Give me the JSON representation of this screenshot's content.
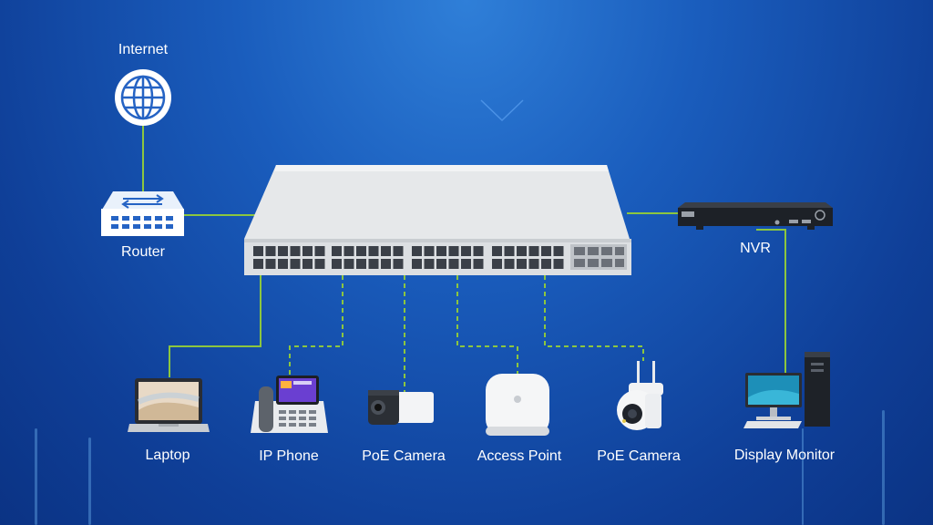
{
  "nodes": {
    "internet": {
      "label": "Internet"
    },
    "router": {
      "label": "Router"
    },
    "nvr": {
      "label": "NVR"
    },
    "laptop": {
      "label": "Laptop"
    },
    "ip_phone": {
      "label": "IP Phone"
    },
    "poe_camera_1": {
      "label": "PoE Camera"
    },
    "access_point": {
      "label": "Access Point"
    },
    "poe_camera_2": {
      "label": "PoE Camera"
    },
    "display_monitor": {
      "label": "Display Monitor"
    }
  },
  "colors": {
    "link": "#8cc63f",
    "background": "#1a5dbd",
    "label": "#ffffff"
  },
  "link_styles": {
    "solid": [
      "internet-router",
      "router-switch",
      "switch-nvr",
      "nvr-monitor",
      "switch-laptop"
    ],
    "dashed": [
      "switch-ip_phone",
      "switch-poe_camera_1",
      "switch-access_point",
      "switch-poe_camera_2"
    ]
  }
}
